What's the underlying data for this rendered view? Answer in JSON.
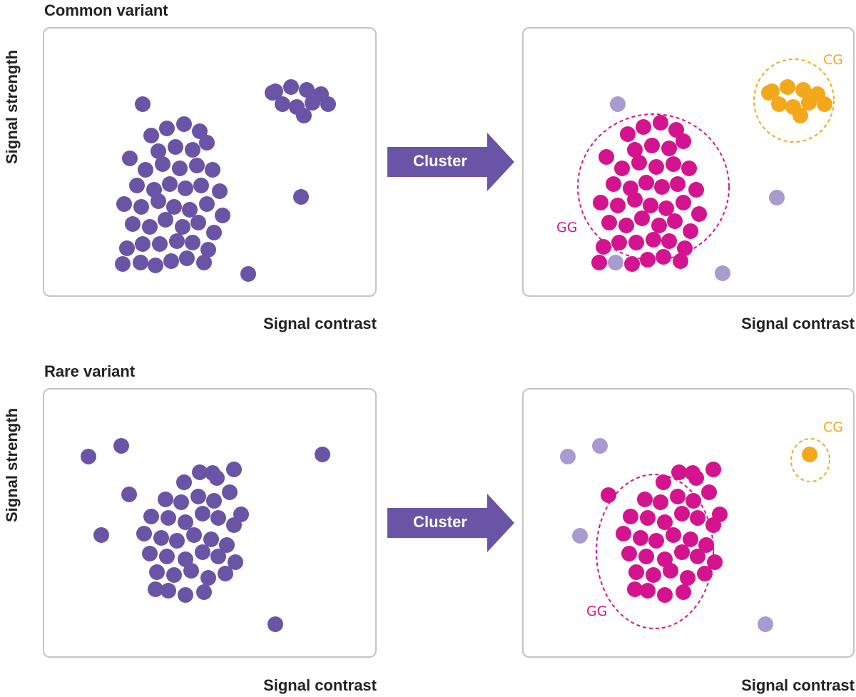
{
  "colors": {
    "ungrouped": "#6a54a6",
    "faded": "#a79bd0",
    "gg": "#d4138f",
    "cg": "#f3a81c",
    "box_border": "#c4c4c4",
    "text": "#222222"
  },
  "rows": [
    {
      "title": "Common variant",
      "y_label": "Signal strength",
      "x_label_left": "Signal contrast",
      "x_label_right": "Signal contrast",
      "arrow_label": "Cluster",
      "gg_label": "GG",
      "cg_label": "CG"
    },
    {
      "title": "Rare variant",
      "y_label": "Signal strength",
      "x_label_left": "Signal contrast",
      "x_label_right": "Signal contrast",
      "arrow_label": "Cluster",
      "gg_label": "GG",
      "cg_label": "CG"
    }
  ]
}
